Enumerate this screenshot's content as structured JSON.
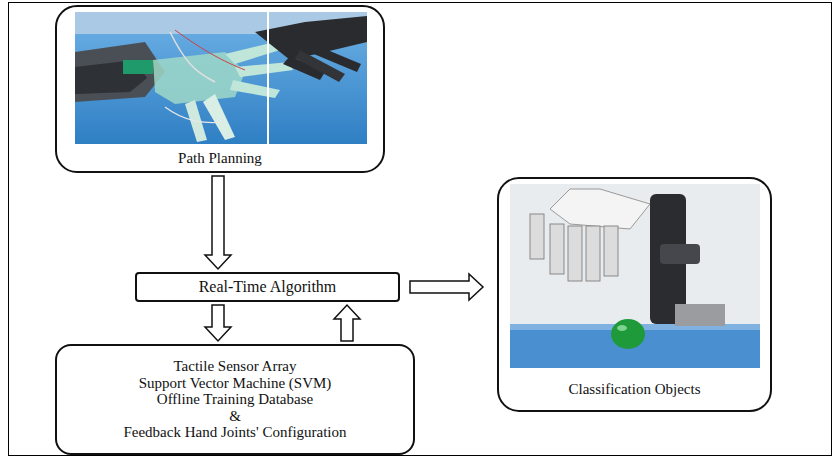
{
  "diagram": {
    "nodes": [
      {
        "text": [
          "Path Planning"
        ]
      },
      {
        "text": [
          "Real-Time Algorithm"
        ]
      },
      {
        "text": [
          "Tactile Sensor Array",
          "Support Vector Machine (SVM)",
          "Offline Training Database",
          "&",
          "Feedback Hand Joints' Configuration"
        ]
      },
      {
        "text": [
          "Classification Objects"
        ]
      }
    ],
    "edges": [
      {
        "from": 0,
        "to": 1,
        "arrow": "to"
      },
      {
        "from": 1,
        "to": 2,
        "arrow": "to"
      },
      {
        "from": 2,
        "to": 1,
        "arrow": "to"
      },
      {
        "from": 1,
        "to": 3,
        "arrow": "to"
      }
    ]
  }
}
